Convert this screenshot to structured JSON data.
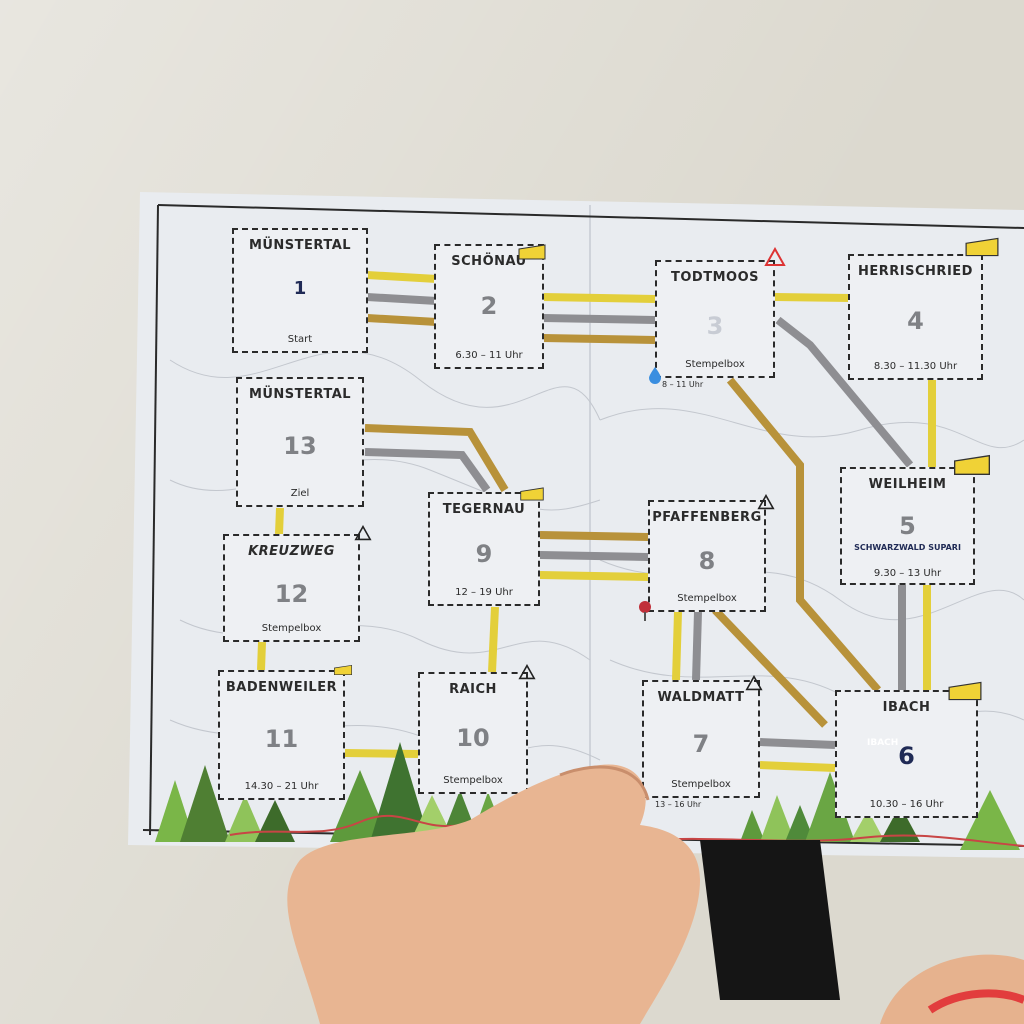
{
  "map": {
    "stations": [
      {
        "id": "s1",
        "name": "MÜNSTERTAL",
        "number": "1",
        "footer": "Start"
      },
      {
        "id": "s2",
        "name": "SCHÖNAU",
        "number": "2",
        "footer": "6.30 – 11 Uhr"
      },
      {
        "id": "s3",
        "name": "TODTMOOS",
        "number": "3",
        "footer": "Stempelbox"
      },
      {
        "id": "s4",
        "name": "HERRISCHRIED",
        "number": "4",
        "footer": "8.30 – 11.30 Uhr"
      },
      {
        "id": "s13",
        "name": "MÜNSTERTAL",
        "number": "13",
        "footer": "Ziel"
      },
      {
        "id": "s9",
        "name": "TEGERNAU",
        "number": "9",
        "footer": "12 – 19 Uhr"
      },
      {
        "id": "s8",
        "name": "PFAFFENBERG",
        "number": "8",
        "footer": "Stempelbox"
      },
      {
        "id": "s5",
        "name": "WEILHEIM",
        "number": "5",
        "footer": "9.30 – 13 Uhr"
      },
      {
        "id": "s12",
        "name": "KREUZWEG",
        "number": "12",
        "footer": "Stempelbox"
      },
      {
        "id": "s11",
        "name": "BADENWEILER",
        "number": "11",
        "footer": "14.30 – 21 Uhr"
      },
      {
        "id": "s10",
        "name": "RAICH",
        "number": "10",
        "footer": "Stempelbox"
      },
      {
        "id": "s7",
        "name": "WALDMATT",
        "number": "7",
        "footer": "Stempelbox"
      },
      {
        "id": "s6",
        "name": "IBACH",
        "number": "6",
        "footer": "10.30 – 16 Uhr"
      }
    ],
    "side_times": {
      "todtmoos": "8 – 11 Uhr",
      "waldmatt": "13 – 16 Uhr"
    },
    "stamps": {
      "s5": "SCHWARZWALD SUPARI",
      "s6": "IBACH"
    },
    "colors": {
      "route_yellow": "#e3cf3a",
      "route_gray": "#8e8e92",
      "route_gold": "#b8923a",
      "cheese": "#f0d236",
      "paper": "#eef0f3",
      "tree_green": "#4f8a3a"
    }
  }
}
